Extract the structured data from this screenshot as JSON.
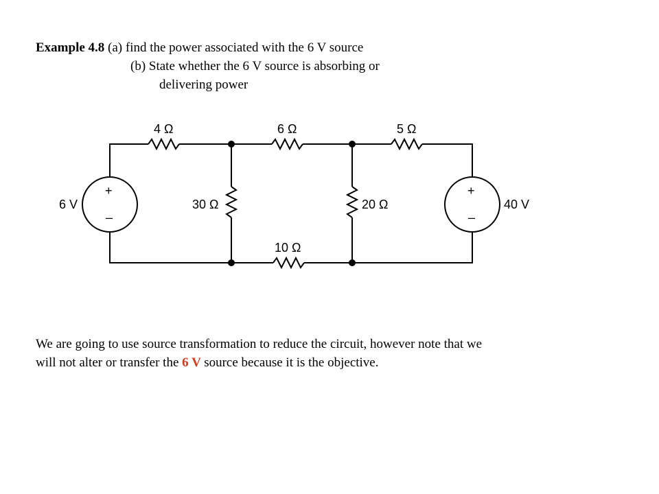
{
  "problem": {
    "example_label": "Example 4.8",
    "part_a": "(a)  find the power associated with the  6 V source",
    "part_b": "(b)  State whether the 6 V source is absorbing or",
    "part_b_cont": "delivering power"
  },
  "circuit": {
    "r1": "4 Ω",
    "r2": "6 Ω",
    "r3": "5 Ω",
    "r4": "30 Ω",
    "r5": "20 Ω",
    "r6": "10 Ω",
    "src_left": "6 V",
    "src_right": "40 V",
    "plus": "+",
    "minus": "–"
  },
  "note": {
    "line1": "We are going to use source transformation to reduce the circuit, however note that we",
    "line2_pre": "will not alter or transfer the ",
    "line2_hl": " 6 V ",
    "line2_post": " source because it is the objective."
  },
  "colors": {
    "highlight": "#d23b1d",
    "background": "#ffffff",
    "wire": "#000000"
  }
}
